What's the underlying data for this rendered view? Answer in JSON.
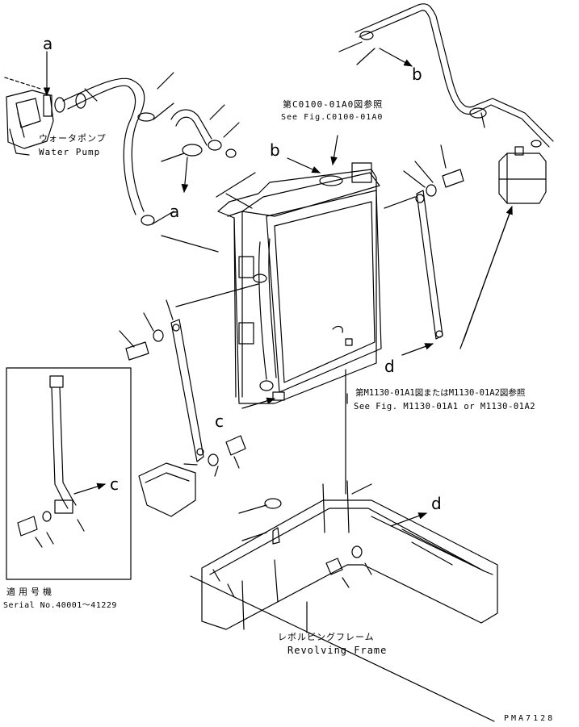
{
  "callouts": {
    "a_top": "a",
    "a_mid": "a",
    "b_top": "b",
    "b_mid": "b",
    "c_mid": "c",
    "c_inset": "c",
    "d_mid": "d",
    "d_frame": "d"
  },
  "labels": {
    "water_pump_jp": "ウォータポンプ",
    "water_pump_en": "Water Pump",
    "ref_c0100_jp": "第C0100-01A0図参照",
    "ref_c0100_en": "See Fig.C0100-01A0",
    "ref_m1130_jp": "第M1130-01A1図またはM1130-01A2図参照",
    "ref_m1130_en": "See Fig. M1130-01A1 or M1130-01A2",
    "serial_jp": "適用号機",
    "serial_en": "Serial No.40001～41229",
    "frame_jp": "レボルビングフレーム",
    "frame_en": "Revolving Frame",
    "drawing_code": "PMA7128"
  },
  "colors": {
    "line": "#000000",
    "background": "#ffffff"
  }
}
